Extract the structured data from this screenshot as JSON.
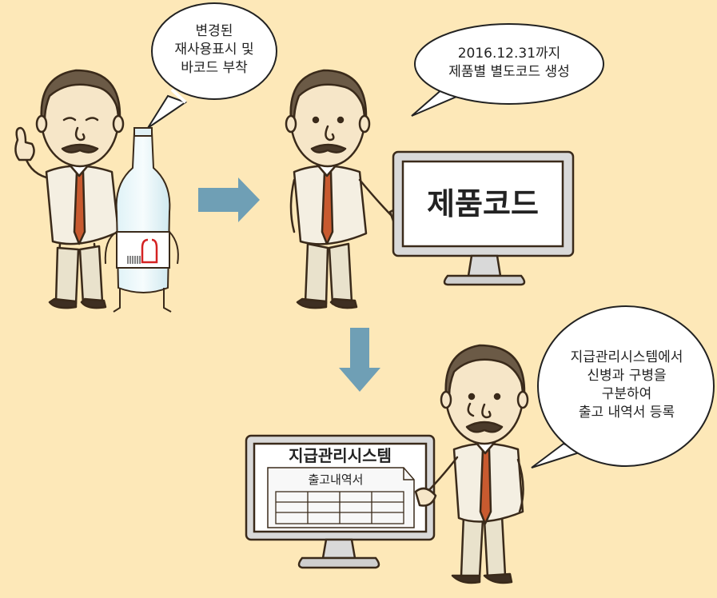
{
  "panels": {
    "step1": {
      "bubble_lines": [
        "변경된",
        "재사용표시 및",
        "바코드 부착"
      ]
    },
    "step2": {
      "bubble_lines": [
        "2016.12.31까지",
        "제품별 별도코드 생성"
      ],
      "monitor_label": "제품코드"
    },
    "step3": {
      "bubble_lines": [
        "지급관리시스템에서",
        "신병과 구병을",
        "구분하여",
        "출고 내역서 등록"
      ],
      "monitor_title": "지급관리시스템",
      "document_label": "출고내역서"
    }
  },
  "colors": {
    "background": "#fde8b8",
    "arrow": "#6f9fb5",
    "tie": "#c85a2f",
    "outline": "#3a2a1a"
  }
}
